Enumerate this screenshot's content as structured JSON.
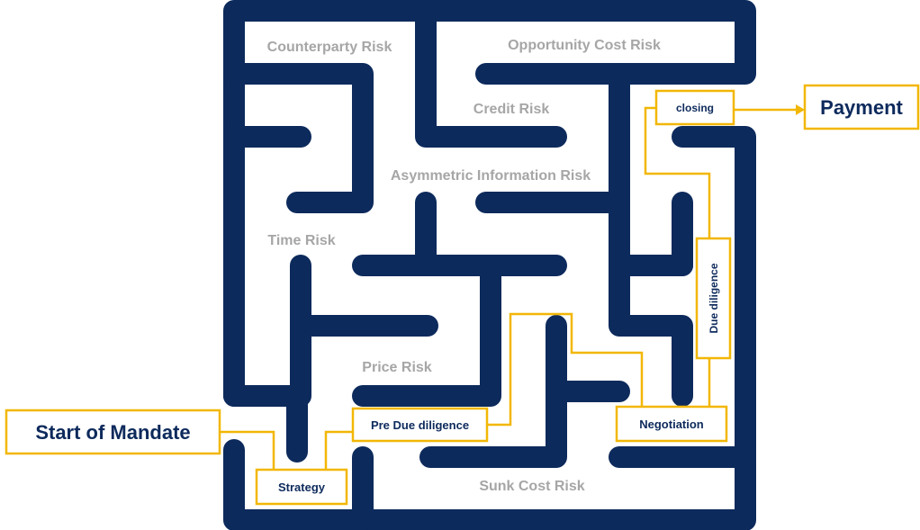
{
  "colors": {
    "maze": "#0d2a5c",
    "path": "#f2b705",
    "risk_text": "#a6a6a6",
    "box_text": "#0d2a5c"
  },
  "risks": {
    "counterparty": "Counterparty Risk",
    "opportunity_cost": "Opportunity Cost Risk",
    "credit": "Credit Risk",
    "asymmetric_information": "Asymmetric Information Risk",
    "time": "Time Risk",
    "price": "Price Risk",
    "sunk_cost": "Sunk Cost Risk"
  },
  "stages": {
    "start": "Start of Mandate",
    "strategy": "Strategy",
    "pre_due_diligence": "Pre Due diligence",
    "negotiation": "Negotiation",
    "due_diligence": "Due diligence",
    "closing": "closing",
    "payment": "Payment"
  }
}
